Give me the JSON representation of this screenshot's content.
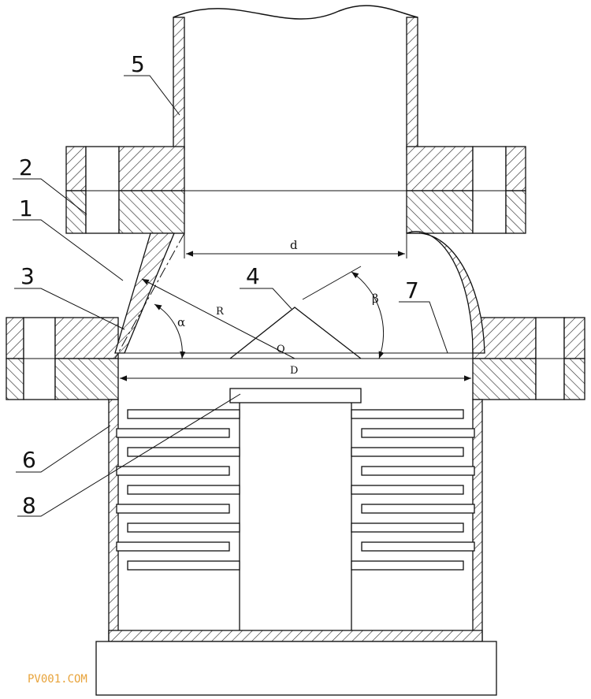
{
  "labels": {
    "n1": "1",
    "n2": "2",
    "n3": "3",
    "n4": "4",
    "n5": "5",
    "n6": "6",
    "n7": "7",
    "n8": "8"
  },
  "dims": {
    "d": "d",
    "D": "D",
    "R": "R",
    "O": "O",
    "alpha": "α",
    "beta": "β"
  },
  "watermark": "PV001.COM"
}
